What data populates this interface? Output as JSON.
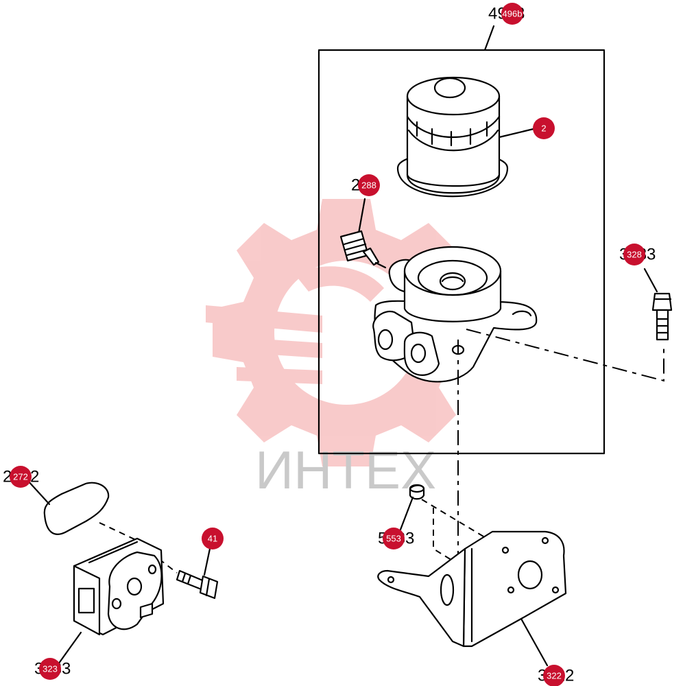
{
  "watermark": {
    "brand": "ИНТЕХ",
    "color": "#f4a0a0"
  },
  "badge_color": "#c8102e",
  "callouts": {
    "group_label": "4963",
    "group_badge": "496b",
    "filter_badge": "2",
    "sensor_badge": "288",
    "sensor_label": "288",
    "bolt_badge": "328",
    "bolt_label": "3283",
    "gasket_badge": "272",
    "gasket_label": "2722",
    "flange_bolt_badge": "41",
    "nut_badge": "553",
    "nut_label": "5533",
    "adapter_badge": "323",
    "adapter_label": "3233",
    "bracket_badge": "322",
    "bracket_label": "3222"
  }
}
